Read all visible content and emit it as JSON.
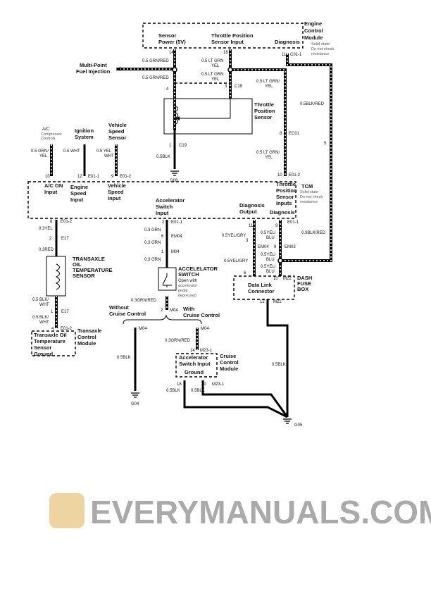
{
  "ecm": {
    "title": [
      "Engine",
      "Control",
      "Module"
    ],
    "note": [
      "Solid-state",
      "Do not check",
      "resistance"
    ],
    "sensor_power": [
      "Sensor",
      "Power (5V)"
    ],
    "tps_input": [
      "Throttle Position",
      "Sensor Input"
    ],
    "diagnosis": "Diagnosis",
    "pin14": "14",
    "pin18": "18",
    "pin11": "11",
    "conn_c011": "C01-1"
  },
  "mpfi": [
    "Multi-Point",
    "Fuel Injection"
  ],
  "tps": {
    "title": [
      "Throttle",
      "Position",
      "Sensor"
    ],
    "pin4": "4",
    "pin3": "3",
    "c19a": "C19",
    "pin1": "1",
    "c19b": "C19",
    "gnd_wire": "0.5BLK",
    "ground": "G08",
    "w1": "0.5 GRN/RED",
    "w2": "0.5 GRN/RED",
    "w3": [
      "0.5 LT GRN",
      "YEL"
    ],
    "w4": [
      "0.5 LT GRN",
      "YEL"
    ],
    "w5": [
      "0.5 LT GRN/",
      "YEL"
    ],
    "w6": [
      "0.5 LT GRN/",
      "YEL"
    ],
    "pin8": "8",
    "ec01": "EC01",
    "pin10": "10",
    "e012": "E01-2"
  },
  "diag_wire": {
    "w1": "0.5BLK/RED",
    "pin5": "5",
    "w2": "0.3BLK/RED"
  },
  "inputs": {
    "ac": [
      "A/C",
      "Compressor",
      "Controls"
    ],
    "ac_wire": [
      "0.5 GRN/",
      "YEL"
    ],
    "ac_pin": "10",
    "ign": [
      "Ignition",
      "System"
    ],
    "ign_wire": "0.5 WHT",
    "ign_pin": "12",
    "ign_conn": "E01-1",
    "vss": [
      "Vehicle",
      "Speed",
      "Sensor"
    ],
    "vss_wire": [
      "0.5 YEL",
      "WHT"
    ],
    "vss_pin": "9",
    "vss_conn": "E01-2"
  },
  "tcm": {
    "title": "TCM",
    "note": [
      "Solid-state",
      "Do not check",
      "resistance"
    ],
    "ac_on": [
      "A/C ON",
      "Input"
    ],
    "eng_speed": [
      "Engine",
      "Speed",
      "Input"
    ],
    "veh_speed": [
      "Vehicle",
      "Speed",
      "Input"
    ],
    "accel": [
      "Accelerator",
      "Switch",
      "Input"
    ],
    "diag_out": [
      "Diagnosis",
      "Output"
    ],
    "tps_inputs": [
      "Throttle",
      "Position",
      "Sensor",
      "Inputs"
    ],
    "diagnosis": "Diagnosis"
  },
  "oil": {
    "pin8": "8",
    "e012": "E01-2",
    "w1": "0.3YEL",
    "pin2": "2",
    "e17a": "E17",
    "w2": "0.3RED",
    "sensor": [
      "TRANSAXLE",
      "OIL",
      "TEMPERATURE",
      "SENSOR"
    ],
    "w3": [
      "0.5 BLK/",
      "WHT"
    ],
    "pin1": "1",
    "e17b": "E17",
    "w4": [
      "0.5 BLK/",
      "WHT"
    ],
    "pin4": "4",
    "e012b": "E01-2",
    "gnd_box": [
      "Transaxle Oil",
      "Temperature",
      "Sensor",
      "Ground"
    ],
    "tcm_label": [
      "Transaxle",
      "Control",
      "Module"
    ]
  },
  "accel": {
    "pin2": "2",
    "e011": "E01-1",
    "w1": "0.3 GRN",
    "pin6": "6",
    "em04": "EM04",
    "w2": "0.3 GRN",
    "pin1": "1",
    "m04": "M04",
    "w3": "0.3 GRN",
    "switch": [
      "ACCELELATOR",
      "SWITCH"
    ],
    "switch_note": [
      "Open with",
      "accelerator",
      "pedal",
      "depressed"
    ],
    "w4": "0.3GRN/RED",
    "pin2b": "2",
    "m04b": "M04",
    "without": [
      "Without",
      "Cruise Control"
    ],
    "with": [
      "With",
      "Cruise Control"
    ],
    "m04c": "M04",
    "w5": "0.5BLK",
    "g04": "G04",
    "m04d": "M04",
    "w6": "0.3GRN/RED",
    "pin14": "14",
    "m231": "M23-1",
    "ccm_in": [
      "Accelerator",
      "Switch Input"
    ],
    "ccm_gnd": "Ground",
    "ccm": [
      "Cruise",
      "Control",
      "Module"
    ],
    "pin18": "18",
    "pin20": "20",
    "m231b": "M23-1",
    "w7": "0.5BLK",
    "w8": "0.5BLK"
  },
  "dlc": {
    "pin11": "11",
    "w1": "0.5YEL/GRY",
    "pin3": "3",
    "em04": "EM04",
    "w2": "0.5YEL/GRY",
    "pin6": "6",
    "pin9": "9",
    "e011": "E01-1",
    "w3": [
      "0.5YEL/",
      "BLU"
    ],
    "pin9b": "9",
    "em03": "EM03",
    "w4": [
      "0.5YEL/",
      "BLU"
    ],
    "w5": [
      "0.5YEL/",
      "BLU"
    ],
    "pin10": "10",
    "m22": "M22",
    "title": [
      "Data Link",
      "Connector"
    ],
    "fuse": [
      "DASH",
      "FUSE",
      "BOX"
    ],
    "pin12": "12",
    "m22b": "M22",
    "w6": "0.5BLK",
    "g05": "G05"
  },
  "watermark": "EVERYMANUALS.COM"
}
